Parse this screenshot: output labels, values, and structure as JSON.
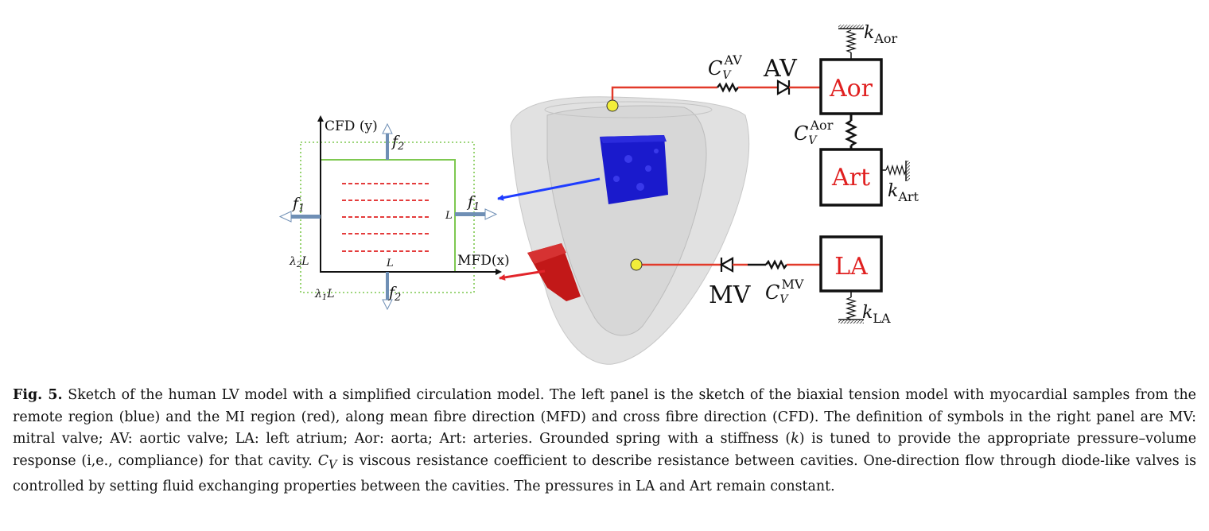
{
  "figure": {
    "left_panel": {
      "cfd_axis": "CFD (y)",
      "mfd_axis": "MFD(x)",
      "f1": "f",
      "f1_sub": "1",
      "f2": "f",
      "f2_sub": "2",
      "L": "L",
      "lambda1": "λ",
      "lambda1_sub": "1",
      "lambda2": "λ",
      "lambda2_sub": "2"
    },
    "circuit": {
      "aor": "Aor",
      "art": "Art",
      "la": "LA",
      "av": "AV",
      "mv": "MV",
      "cv": "C",
      "cv_sub": "V",
      "cv_av_sup": "AV",
      "cv_aor_sup": "Aor",
      "cv_mv_sup": "MV",
      "k": "k",
      "k_aor_sub": "Aor",
      "k_art_sub": "Art",
      "k_la_sub": "LA"
    },
    "colors": {
      "remote_sample": "#1a1acc",
      "mi_sample": "#c21818",
      "wire": "#e23a2a",
      "chamber_label": "#e02020",
      "node": "#f2ee3a",
      "sample_box": "#7ec850"
    }
  },
  "caption": {
    "label": "Fig. 5.",
    "part1": "Sketch of the human LV model with a simplified circulation model. The left panel is the sketch of the biaxial tension model with myocardial samples from the remote region (blue) and the MI region (red), along mean fibre direction (MFD) and cross fibre direction (CFD). The definition of symbols in the right panel are MV: mitral valve; AV: aortic valve; LA: left atrium; Aor: aorta; Art: arteries. Grounded spring with a stiffness (",
    "k_symbol": "k",
    "part2": ") is tuned to provide the appropriate pressure–volume response (i,e., compliance) for that cavity. ",
    "cv_symbol": "C",
    "cv_sub": "V",
    "part3": " is viscous resistance coefficient to describe resistance between cavities. One-direction flow through diode-like valves is controlled by setting fluid exchanging properties between the cavities. The pressures in LA and Art remain constant."
  }
}
